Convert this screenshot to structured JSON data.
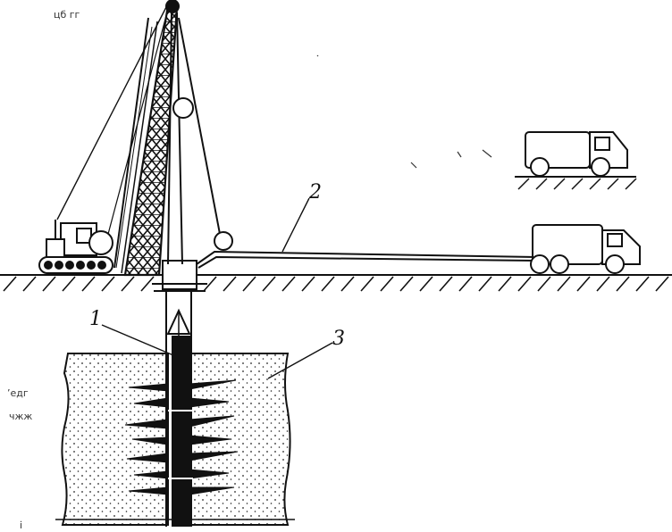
{
  "diagram": {
    "callouts": {
      "label_1": "1",
      "label_2": "2",
      "label_3": "3"
    },
    "stray_marks": {
      "top_left": "цб гг",
      "left_1": "’едг",
      "left_2": "чжж",
      "bottom_left": "і"
    },
    "colors": {
      "ink": "#111111",
      "paper": "#ffffff",
      "soil_dots": "#222222"
    }
  }
}
